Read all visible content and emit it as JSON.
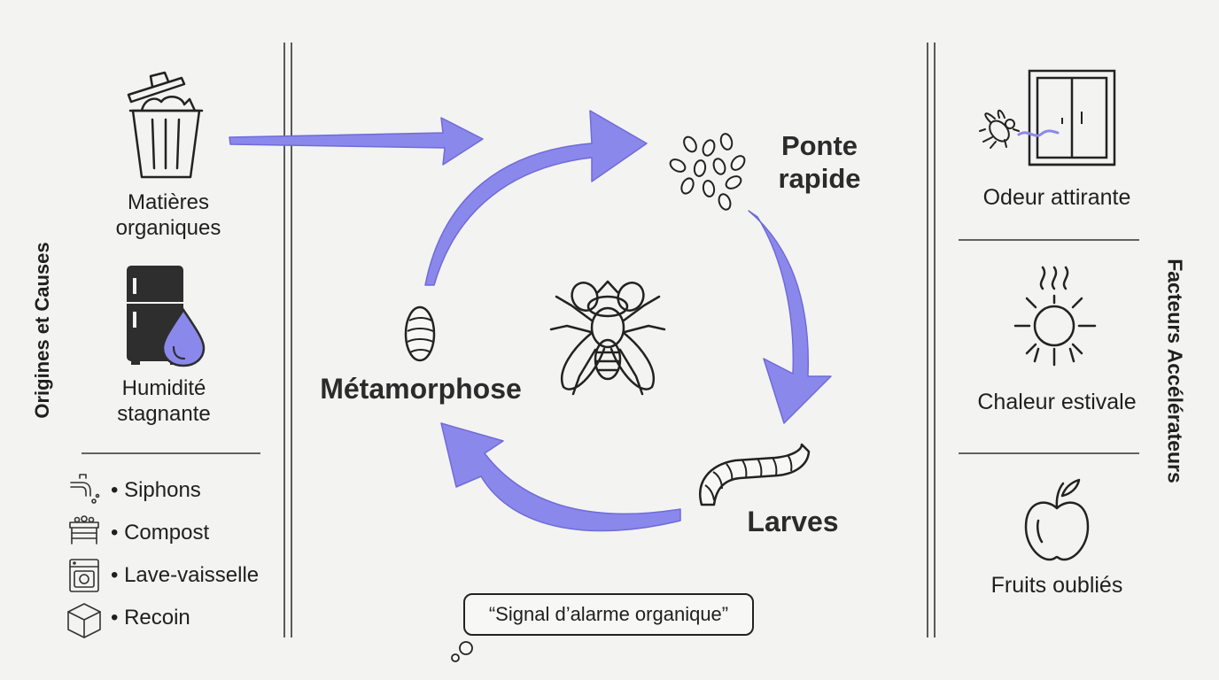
{
  "colors": {
    "arrow": "#8b88ec",
    "arrow_stroke": "#6f6bd8",
    "ink": "#1f1f1f",
    "background": "#f3f3f2"
  },
  "left_panel": {
    "section_title": "Origines et Causes",
    "organic": {
      "label_line1": "Matières",
      "label_line2": "organiques",
      "icon": "trash-can-icon"
    },
    "humidity": {
      "label_line1": "Humidité",
      "label_line2": "stagnante",
      "icon": "fridge-water-drop-icon"
    },
    "list": [
      {
        "icon": "pipe-icon",
        "label": "• Siphons"
      },
      {
        "icon": "compost-bin-icon",
        "label": "• Compost"
      },
      {
        "icon": "dishwasher-icon",
        "label": "• Lave-vaisselle"
      },
      {
        "icon": "cube-icon",
        "label": "• Recoin"
      }
    ]
  },
  "cycle": {
    "center_icon": "fly-icon",
    "stages": [
      {
        "id": "ponte",
        "line1": "Ponte",
        "line2": "rapide",
        "icon": "eggs-icon"
      },
      {
        "id": "larves",
        "line1": "Larves",
        "icon": "larva-icon"
      },
      {
        "id": "metamorphose",
        "line1": "Métamorphose",
        "icon": "pupa-icon"
      }
    ],
    "quote": "“Signal d’alarme organique”"
  },
  "right_panel": {
    "section_title": "Facteurs Accélérateurs",
    "items": [
      {
        "label": "Odeur attirante",
        "icon": "fly-window-icon"
      },
      {
        "label": "Chaleur estivale",
        "icon": "sun-heat-icon"
      },
      {
        "label": "Fruits oubliés",
        "icon": "apple-icon"
      }
    ]
  }
}
